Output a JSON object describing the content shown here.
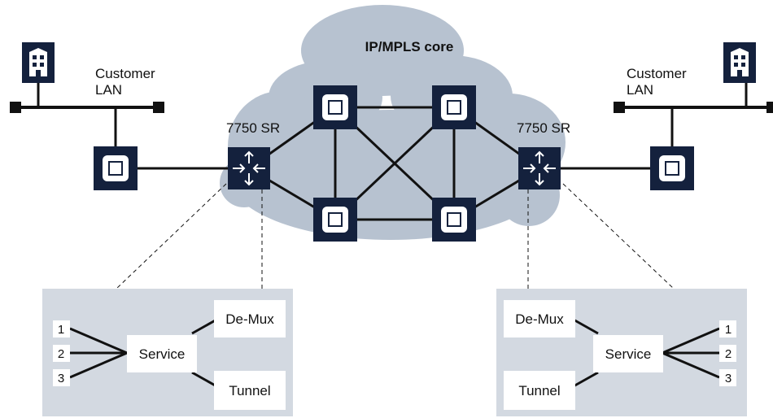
{
  "core": {
    "label": "IP/MPLS core"
  },
  "customer_left": {
    "label_line1": "Customer",
    "label_line2": "LAN"
  },
  "customer_right": {
    "label_line1": "Customer",
    "label_line2": "LAN"
  },
  "router_left": {
    "label": "7750 SR"
  },
  "router_right": {
    "label": "7750 SR"
  },
  "panel_left": {
    "demux": "De-Mux",
    "service": "Service",
    "tunnel": "Tunnel",
    "ports": [
      "1",
      "2",
      "3"
    ]
  },
  "panel_right": {
    "demux": "De-Mux",
    "service": "Service",
    "tunnel": "Tunnel",
    "ports": [
      "1",
      "2",
      "3"
    ]
  },
  "colors": {
    "node": "#14213d",
    "cloud": "#b7c2d0",
    "panel": "#d3d9e1",
    "line": "#111111"
  }
}
